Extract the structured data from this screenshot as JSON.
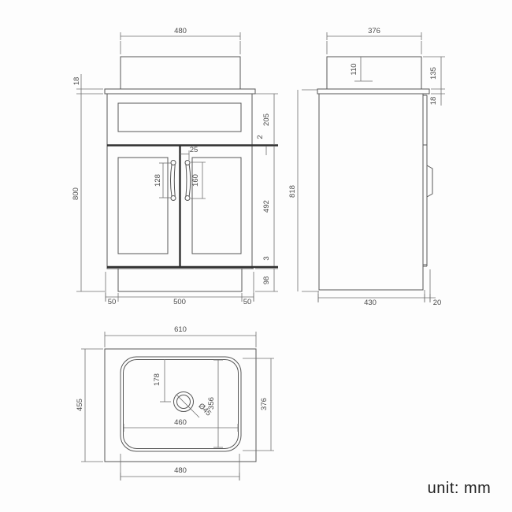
{
  "unit_note": "unit: mm",
  "front_view": {
    "basin_width": "480",
    "countertop_thickness": "18",
    "cabinet_height": "800",
    "upper_panel_height": "205",
    "top_rail_thickness": "2",
    "handle_offset": "25",
    "left_handle_length": "128",
    "right_handle_length": "160",
    "door_height": "492",
    "door_gap": "3",
    "plinth_height": "98",
    "plinth_left_inset": "50",
    "plinth_width": "500",
    "plinth_right_inset": "50"
  },
  "side_view": {
    "basin_depth": "376",
    "basin_bowl_depth": "110",
    "basin_height": "135",
    "countertop_thickness": "18",
    "overall_height": "818",
    "cabinet_depth": "430",
    "door_thickness": "20"
  },
  "plan_view": {
    "countertop_width": "610",
    "countertop_depth": "455",
    "drain_offset": "178",
    "drain_diameter": "Ø45",
    "bowl_inner_width": "460",
    "bowl_inner_depth": "356",
    "bowl_outer_depth": "376",
    "bowl_outer_width": "480"
  }
}
